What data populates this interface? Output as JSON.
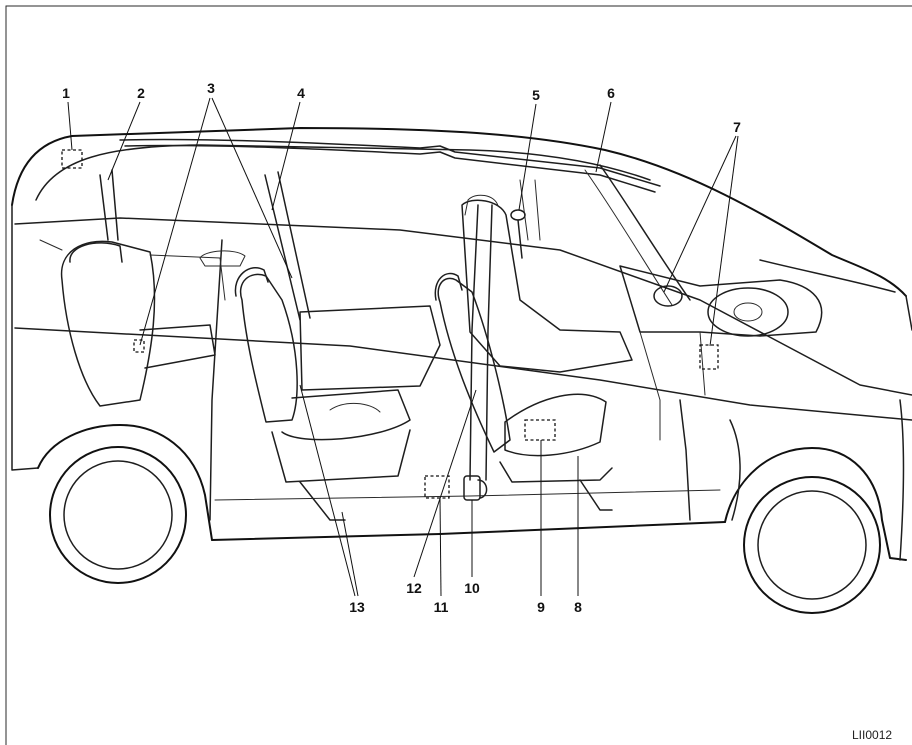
{
  "callouts": [
    {
      "label": "1"
    },
    {
      "label": "2"
    },
    {
      "label": "3"
    },
    {
      "label": "4"
    },
    {
      "label": "5"
    },
    {
      "label": "6"
    },
    {
      "label": "7"
    },
    {
      "label": "8"
    },
    {
      "label": "9"
    },
    {
      "label": "10"
    },
    {
      "label": "11"
    },
    {
      "label": "12"
    },
    {
      "label": "13"
    }
  ],
  "figure_code": "LII0012"
}
